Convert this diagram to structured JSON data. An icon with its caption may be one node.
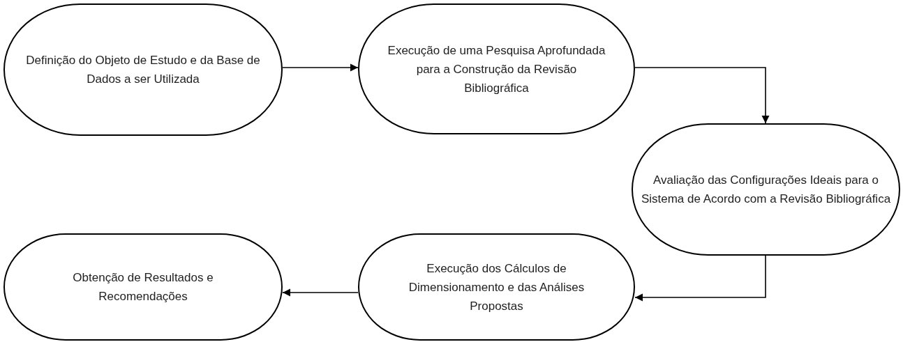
{
  "diagram": {
    "nodes": [
      {
        "text": [
          "Definição do Objeto de Estudo e da Base de Dados a ser Utilizada"
        ]
      },
      {
        "text": [
          "Execução de uma Pesquisa Aprofundada para a Construção da Revisão Bibliográfica"
        ]
      },
      {
        "text": [
          "Avaliação das Configurações Ideais para o Sistema de Acordo com a Revisão Bibliográfica"
        ]
      },
      {
        "text": [
          "Execução dos Cálculos de Dimensionamento e das Análises Propostas"
        ]
      },
      {
        "text": [
          "Obtenção de Resultados e Recomendações"
        ]
      }
    ],
    "edges": [
      {
        "from": 0,
        "to": 1,
        "arrow": "to"
      },
      {
        "from": 1,
        "to": 2,
        "arrow": "to"
      },
      {
        "from": 2,
        "to": 3,
        "arrow": "to"
      },
      {
        "from": 3,
        "to": 4,
        "arrow": "to"
      }
    ]
  }
}
